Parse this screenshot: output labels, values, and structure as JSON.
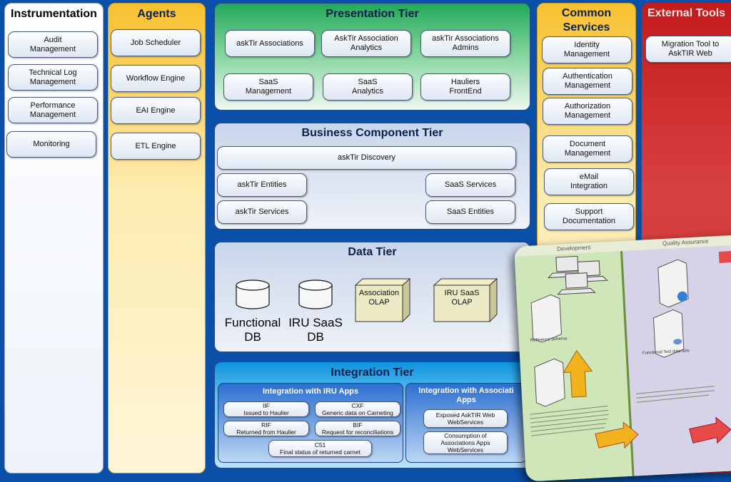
{
  "instrumentation": {
    "title": "Instrumentation",
    "items": [
      "Audit\nManagement",
      "Technical Log\nManagement",
      "Performance\nManagement",
      "Monitoring"
    ]
  },
  "agents": {
    "title": "Agents",
    "items": [
      "Job Scheduler",
      "Workflow Engine",
      "EAI Engine",
      "ETL Engine"
    ]
  },
  "presentation": {
    "title": "Presentation Tier",
    "items": [
      "askTir Associations",
      "AskTir Association\nAnalytics",
      "askTir Associations\nAdmins",
      "SaaS\nManagement",
      "SaaS\nAnalytics",
      "Hauliers\nFrontEnd"
    ]
  },
  "business": {
    "title": "Business Component Tier",
    "discovery": "askTir Discovery",
    "items": [
      "askTir Entities",
      "askTir Services",
      "SaaS Services",
      "SaaS Entities"
    ]
  },
  "data_tier": {
    "title": "Data Tier",
    "dbs": [
      "Functional\nDB",
      "IRU SaaS\nDB"
    ],
    "olaps": [
      "Association\nOLAP",
      "IRU SaaS\nOLAP"
    ]
  },
  "integration": {
    "title": "Integration Tier",
    "iru": {
      "title": "Integration with IRU Apps",
      "items": [
        "IIF\nIssued to Haulier",
        "CXF\nGeneric data on Carneting",
        "RIF\nReturned from Haulier",
        "BIF\nRequest for reconciliations",
        "C51\nFinal status of returned carnet"
      ]
    },
    "assoc": {
      "title": "Integration with Associati\nApps",
      "items": [
        "Exposed AskTIR Web\nWebServices",
        "Consumption of\nAssociations Apps\nWebServices"
      ]
    }
  },
  "common": {
    "title": "Common\nServices",
    "items": [
      "Identity\nManagement",
      "Authentication\nManagement",
      "Authorization\nManagement",
      "Document\nManagement",
      "eMail\nIntegration",
      "Support\nDocumentation"
    ]
  },
  "external": {
    "title": "External Tools",
    "items": [
      "Migration Tool to\nAskTIR Web"
    ]
  },
  "overlay": {
    "development": "Development",
    "qa": "Quality Assurance",
    "reference_schema": "Reference Schema",
    "functional_test": "Functional Test data sets"
  }
}
